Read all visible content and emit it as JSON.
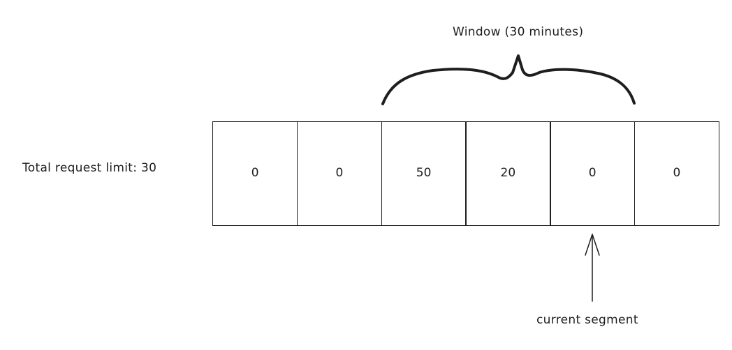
{
  "window_label": "Window (30 minutes)",
  "limit_label": "Total request limit: 30",
  "segments": [
    "0",
    "0",
    "50",
    "20",
    "0",
    "0"
  ],
  "pointer_label": "current segment",
  "colors": {
    "stroke": "#1e1e1e",
    "background": "#ffffff"
  }
}
